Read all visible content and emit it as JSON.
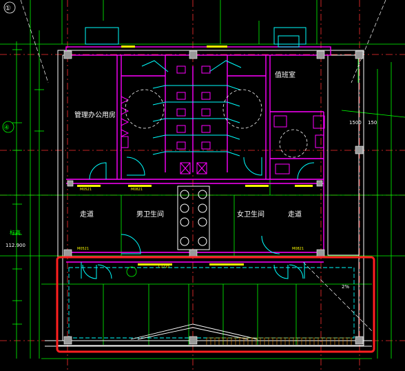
{
  "plan": {
    "axis_markers": [
      "①",
      "④"
    ],
    "elevation_note": "112.900",
    "side_label": "标高",
    "dims": [
      "1500",
      "150",
      "2%"
    ],
    "tags": [
      "M0521",
      "M0821",
      "C1215",
      "M0521",
      "M0821"
    ]
  },
  "rooms": {
    "manager_office": "管理办公用房",
    "duty_room": "值班室",
    "corridor_left": "走道",
    "mens_toilet": "男卫生间",
    "womens_toilet": "女卫生间",
    "corridor_right": "走道"
  },
  "highlight": {
    "color": "#ff2020",
    "label": "selected-region"
  },
  "colors": {
    "wall": "#ffffff",
    "partition": "#ff00ff",
    "fixture": "#00ffff",
    "dimension": "#00ff00",
    "axis": "#ff3030",
    "text": "#ffff00"
  }
}
